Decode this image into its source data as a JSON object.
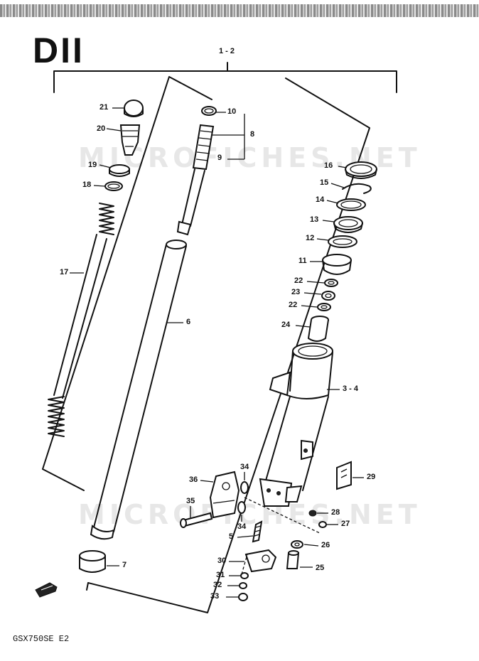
{
  "diagram": {
    "section_code": "DII",
    "model_code": "GSX750SE E2",
    "watermark": "MICROFICHES.NET",
    "labels": {
      "l_1_2": "1 - 2",
      "l_21": "21",
      "l_20": "20",
      "l_19": "19",
      "l_18": "18",
      "l_17": "17",
      "l_10": "10",
      "l_8": "8",
      "l_9": "9",
      "l_6": "6",
      "l_7": "7",
      "l_16": "16",
      "l_15": "15",
      "l_14": "14",
      "l_13": "13",
      "l_12": "12",
      "l_11": "11",
      "l_22a": "22",
      "l_23": "23",
      "l_22b": "22",
      "l_24": "24",
      "l_3_4": "3 - 4",
      "l_29": "29",
      "l_36": "36",
      "l_34a": "34",
      "l_35": "35",
      "l_34b": "34",
      "l_5": "5",
      "l_28": "28",
      "l_27": "27",
      "l_26": "26",
      "l_30": "30",
      "l_25": "25",
      "l_31": "31",
      "l_32": "32",
      "l_33": "33"
    }
  }
}
